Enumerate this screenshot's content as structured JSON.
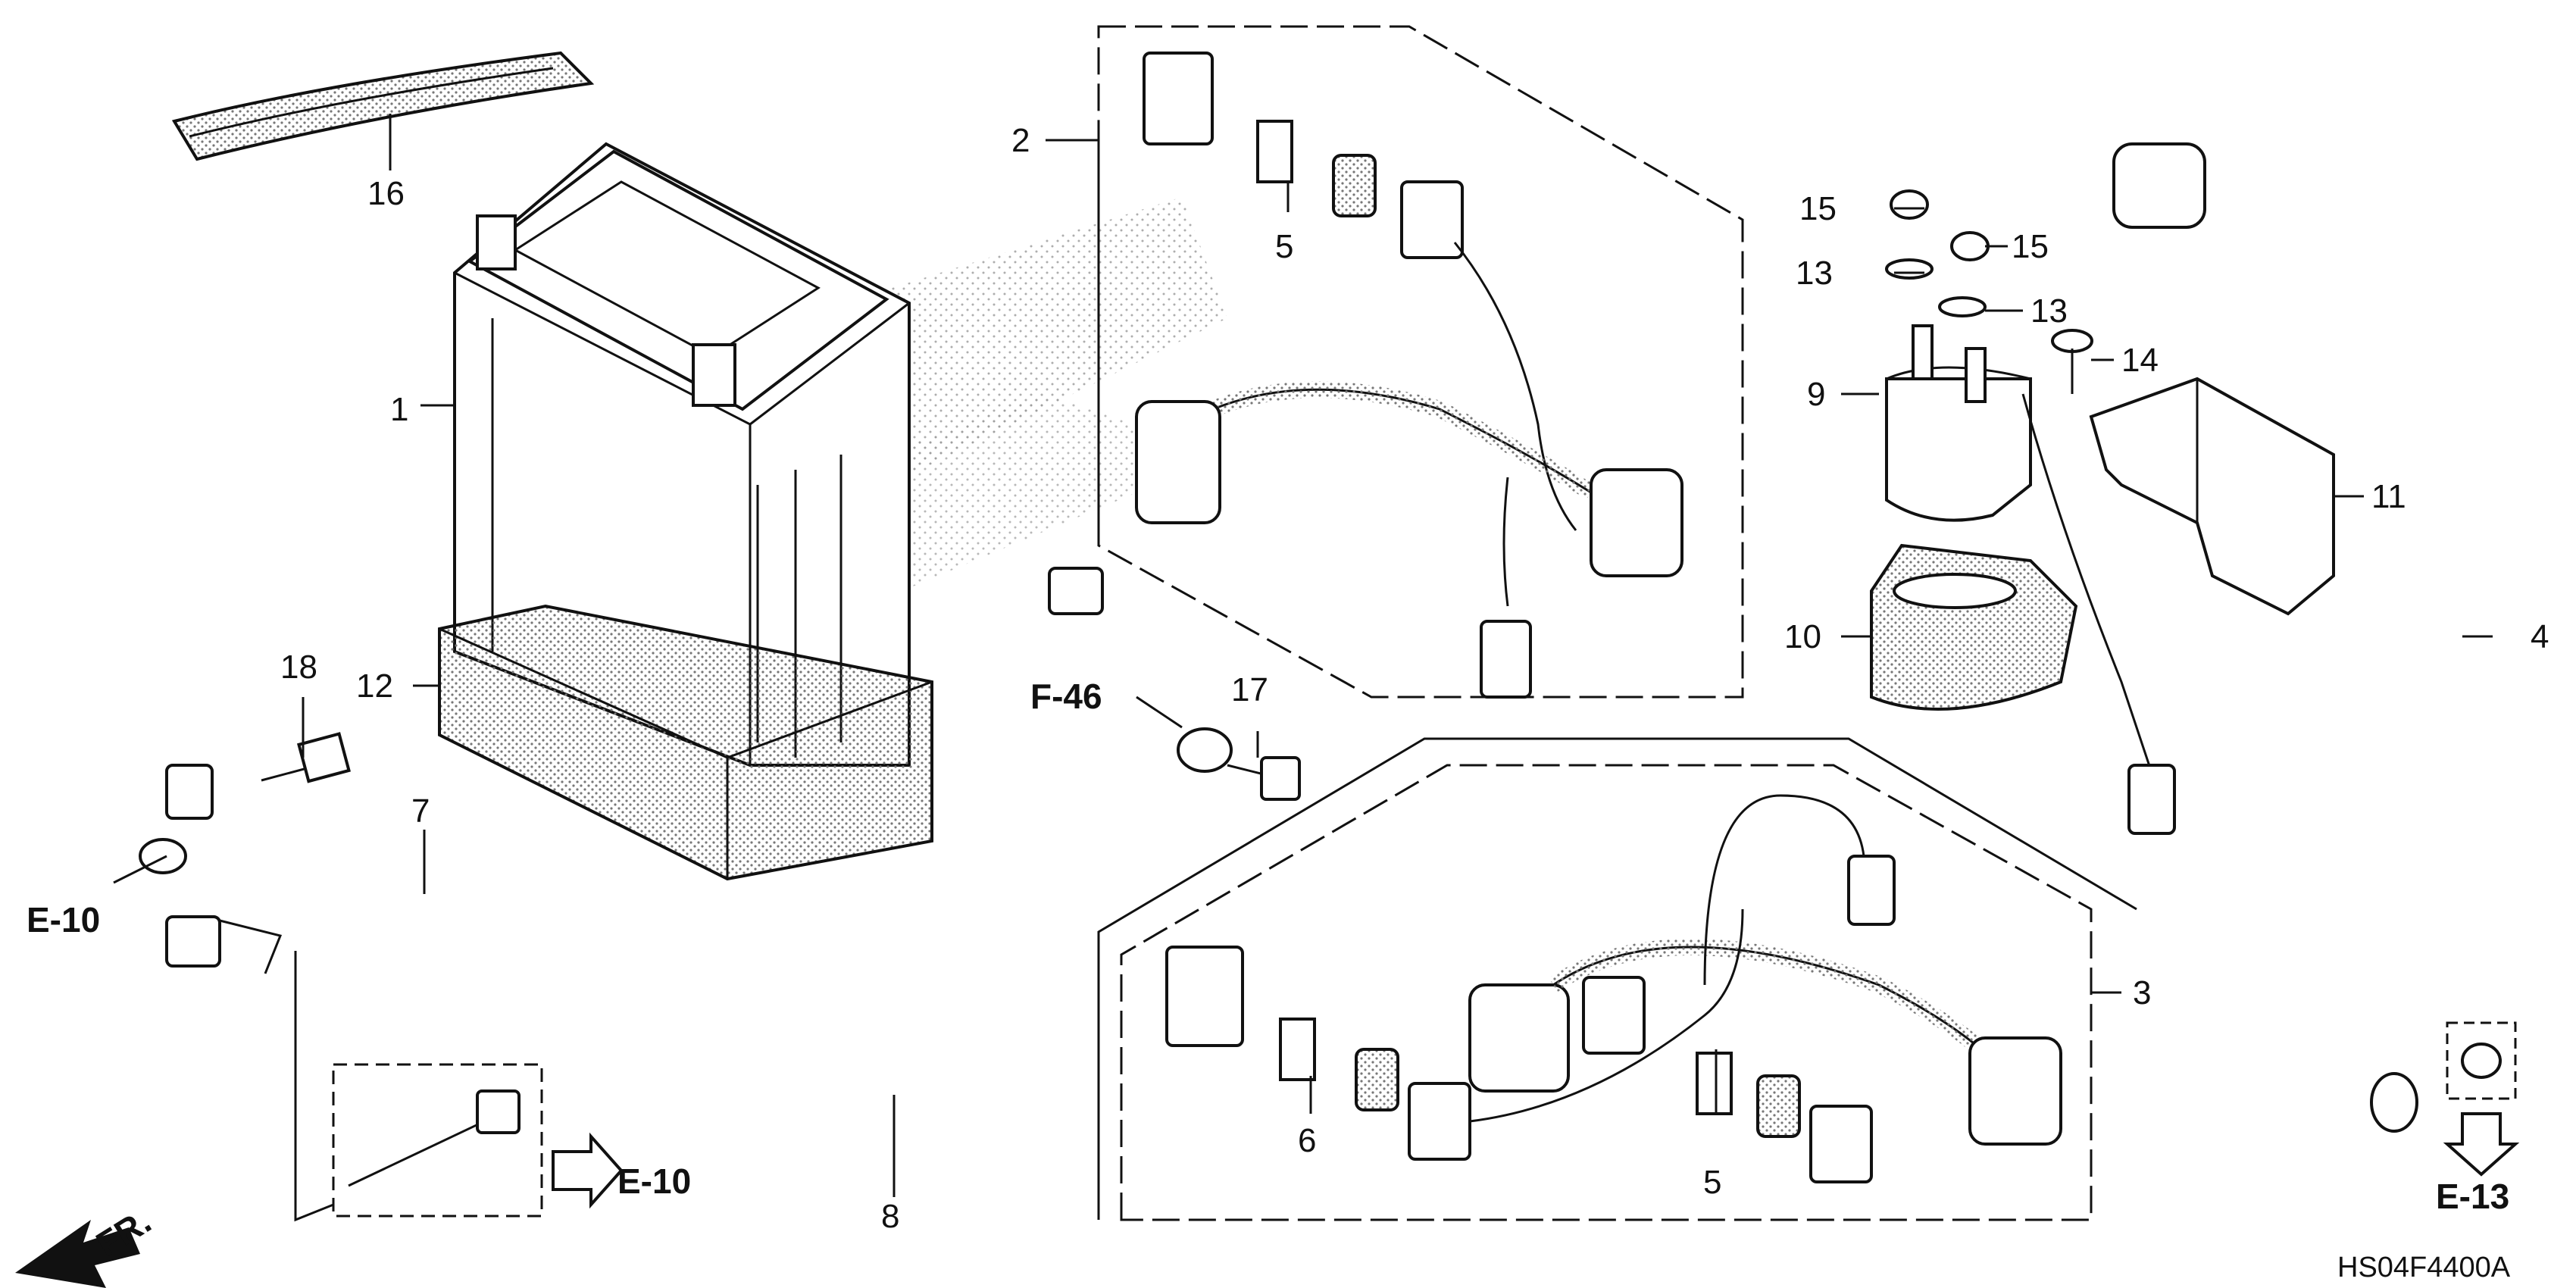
{
  "callouts": [
    {
      "id": "1",
      "label": "1"
    },
    {
      "id": "2",
      "label": "2"
    },
    {
      "id": "3",
      "label": "3"
    },
    {
      "id": "4",
      "label": "4"
    },
    {
      "id": "5a",
      "label": "5"
    },
    {
      "id": "5b",
      "label": "5"
    },
    {
      "id": "6",
      "label": "6"
    },
    {
      "id": "7",
      "label": "7"
    },
    {
      "id": "8",
      "label": "8"
    },
    {
      "id": "9",
      "label": "9"
    },
    {
      "id": "10",
      "label": "10"
    },
    {
      "id": "11",
      "label": "11"
    },
    {
      "id": "12",
      "label": "12"
    },
    {
      "id": "13a",
      "label": "13"
    },
    {
      "id": "13b",
      "label": "13"
    },
    {
      "id": "14",
      "label": "14"
    },
    {
      "id": "15a",
      "label": "15"
    },
    {
      "id": "15b",
      "label": "15"
    },
    {
      "id": "16",
      "label": "16"
    },
    {
      "id": "17",
      "label": "17"
    },
    {
      "id": "18",
      "label": "18"
    }
  ],
  "references": {
    "e10_left": "E-10",
    "e10_bottom": "E-10",
    "f46": "F-46",
    "e13": "E-13",
    "front": "FR."
  },
  "diagram_code": "HS04F4400A",
  "colors": {
    "ink": "#111111",
    "stipple": "#8a8a8a",
    "paper": "#ffffff"
  }
}
